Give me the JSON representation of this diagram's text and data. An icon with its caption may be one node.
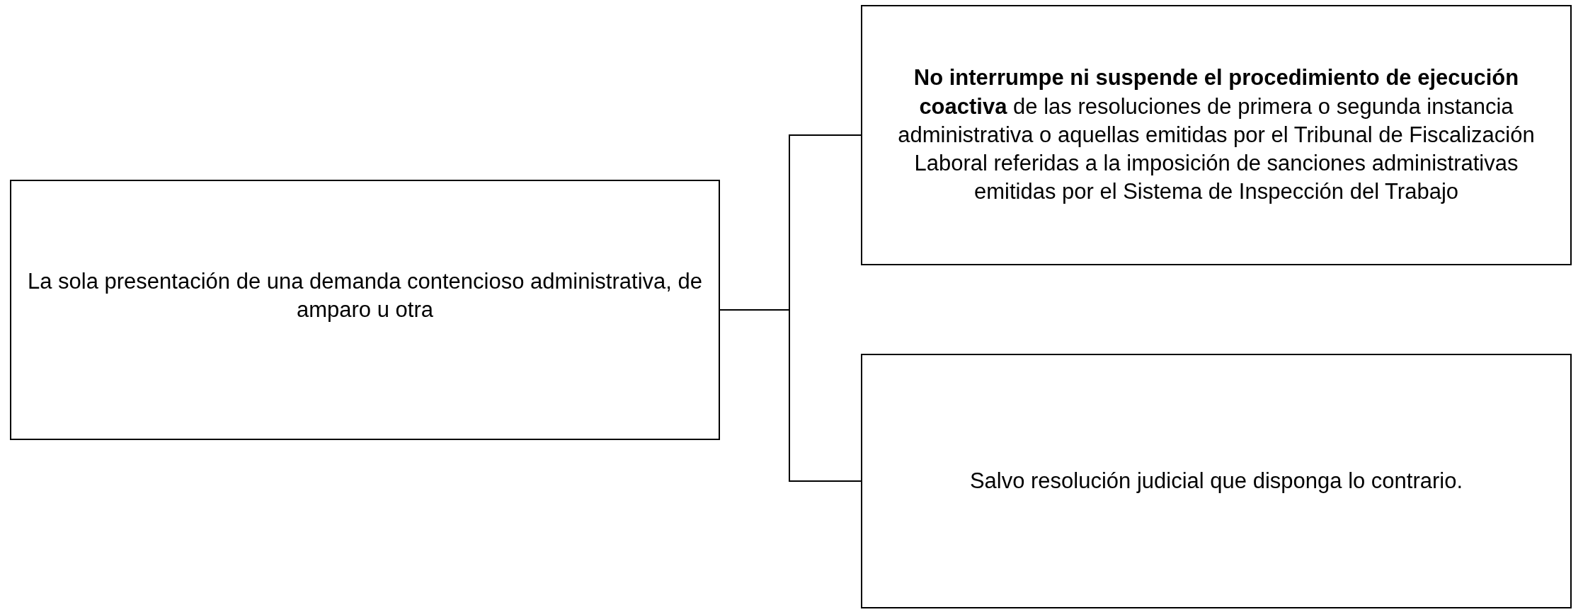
{
  "diagram": {
    "nodes": [
      {
        "text": [
          "La sola presentación de una demanda contencioso administrativa, de amparo u otra"
        ]
      },
      {
        "text": [
          "**No interrumpe ni suspende el procedimiento de ejecución coactiva** de las resoluciones de primera o segunda instancia administrativa o aquellas emitidas por el Tribunal de Fiscalización Laboral referidas a la imposición de sanciones administrativas emitidas por el Sistema de Inspección del Trabajo"
        ]
      },
      {
        "text": [
          "Salvo resolución judicial que disponga lo contrario."
        ]
      }
    ],
    "edges": [
      {
        "from": 0,
        "to": 1,
        "arrow": "none"
      },
      {
        "from": 0,
        "to": 2,
        "arrow": "none"
      }
    ]
  }
}
